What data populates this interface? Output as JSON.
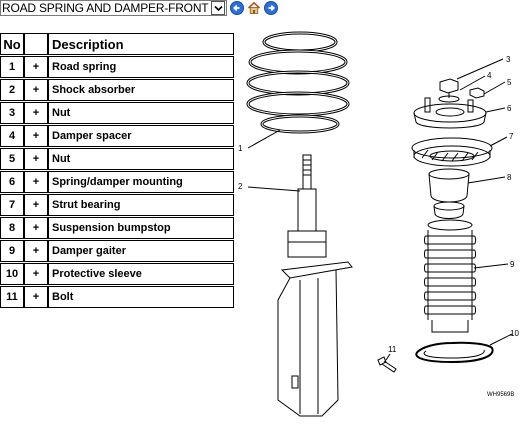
{
  "toolbar": {
    "selected_group": "ROAD SPRING AND DAMPER-FRONT",
    "icons": [
      "chevron-down-icon",
      "back-arrow-icon",
      "home-icon",
      "forward-arrow-icon"
    ]
  },
  "table": {
    "headers": {
      "no": "No",
      "action": "",
      "description": "Description"
    },
    "rows": [
      {
        "no": "1",
        "action": "+",
        "description": "Road spring"
      },
      {
        "no": "2",
        "action": "+",
        "description": "Shock absorber"
      },
      {
        "no": "3",
        "action": "+",
        "description": "Nut"
      },
      {
        "no": "4",
        "action": "+",
        "description": "Damper spacer"
      },
      {
        "no": "5",
        "action": "+",
        "description": "Nut"
      },
      {
        "no": "6",
        "action": "+",
        "description": "Spring/damper mounting"
      },
      {
        "no": "7",
        "action": "+",
        "description": "Strut bearing"
      },
      {
        "no": "8",
        "action": "+",
        "description": "Suspension bumpstop"
      },
      {
        "no": "9",
        "action": "+",
        "description": "Damper gaiter"
      },
      {
        "no": "10",
        "action": "+",
        "description": "Protective sleeve"
      },
      {
        "no": "11",
        "action": "+",
        "description": "Bolt"
      }
    ]
  },
  "diagram": {
    "callouts": [
      "1",
      "2",
      "3",
      "4",
      "5",
      "6",
      "7",
      "8",
      "9",
      "10",
      "11"
    ],
    "reference": "WH9569B"
  }
}
